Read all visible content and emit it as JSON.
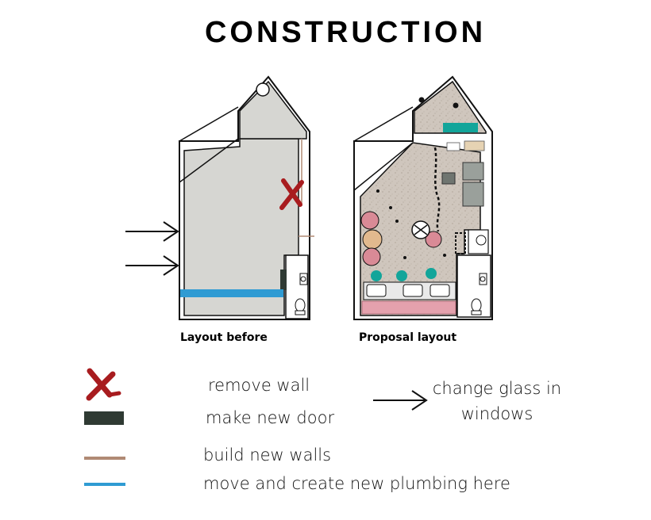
{
  "title": "CONSTRUCTION",
  "captions": {
    "before": "Layout before",
    "proposal": "Proposal layout"
  },
  "legend": {
    "remove_wall": "remove wall",
    "new_door": "make new door",
    "new_walls": "build new walls",
    "plumbing": "move and create new plumbing here",
    "glass_line1": "change glass in",
    "glass_line2": "windows"
  },
  "colors": {
    "remove_wall": "#a81c1f",
    "new_door": "#2f3a33",
    "new_walls": "#b08a74",
    "plumbing": "#2f9bd3",
    "floor_before": "#d6d6d2",
    "floor_proposal": "#cfc6bd",
    "teal": "#12a59a",
    "pink": "#d98a96",
    "tan": "#e2b98e"
  }
}
